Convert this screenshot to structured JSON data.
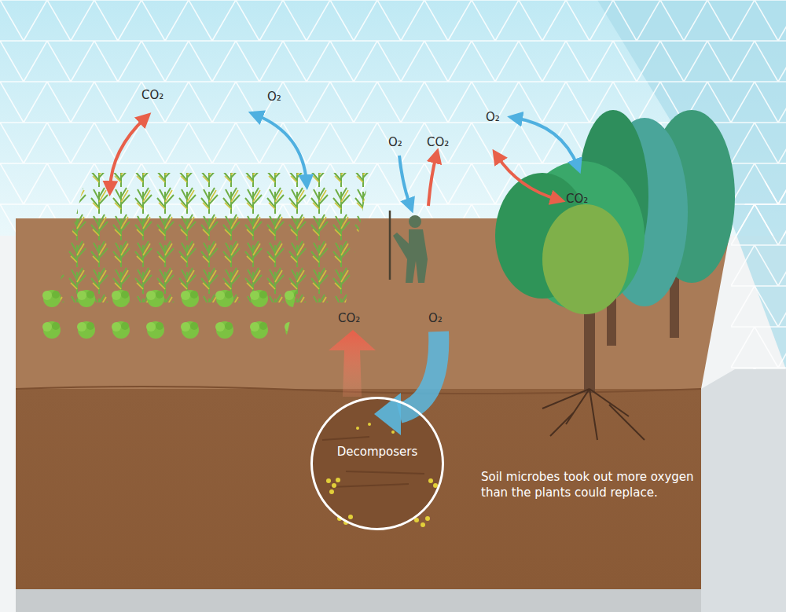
{
  "diagram": {
    "nodes": [
      {
        "text": [
          "Decomposers"
        ]
      }
    ],
    "labels": [
      "CO₂",
      "O₂",
      "O₂",
      "CO₂",
      "O₂",
      "CO₂",
      "CO₂",
      "O₂",
      "Soil microbes took out more oxygen than the plants could replace."
    ]
  }
}
